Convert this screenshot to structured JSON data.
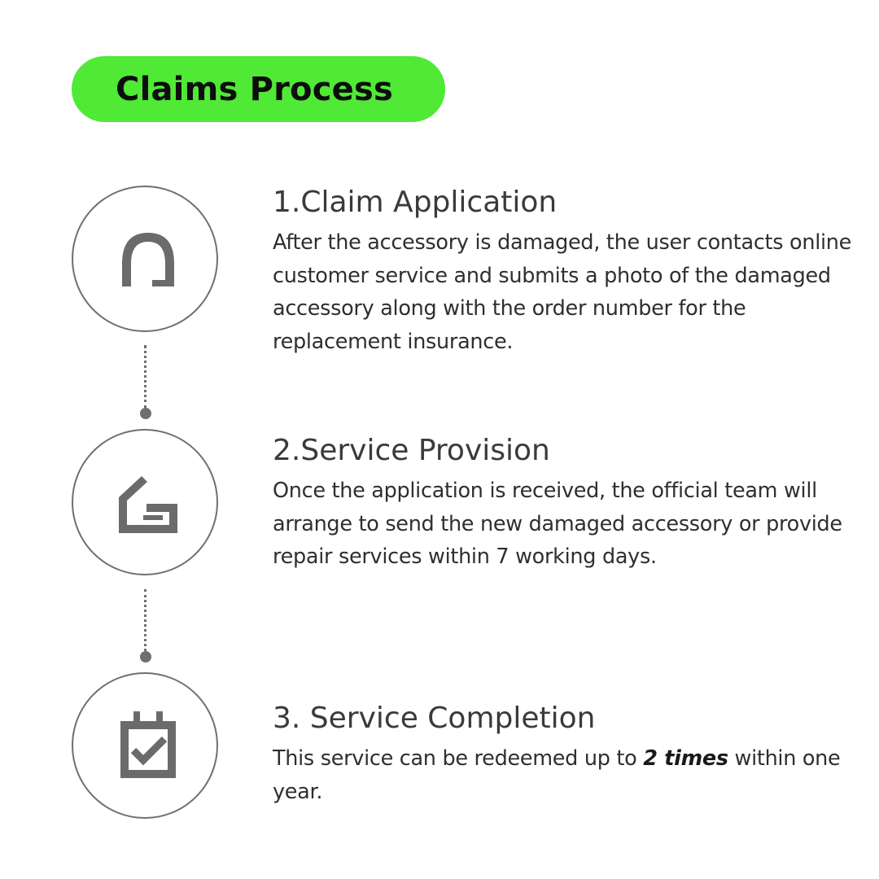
{
  "header": {
    "title": "Claims Process",
    "badge_color": "#4fe936"
  },
  "steps": [
    {
      "title": "1.Claim Application",
      "description": "After the accessory is damaged, the user contacts online customer service and submits a photo of the damaged accessory along with the order number for the replacement insurance.",
      "icon": "horseshoe-magnet-icon"
    },
    {
      "title": "2.Service Provision",
      "description": "Once the application is received, the official team will arrange to send the new damaged accessory or provide repair services within 7 working days.",
      "icon": "house-logo-icon"
    },
    {
      "title": "3. Service Completion",
      "description_before": "This service can be redeemed up to ",
      "description_emphasis": "2 times",
      "description_after": " within one year.",
      "icon": "calendar-check-icon"
    }
  ],
  "colors": {
    "icon": "#6b6b6b",
    "circle_border": "#6f6f6f",
    "text": "#3a3a3a"
  }
}
